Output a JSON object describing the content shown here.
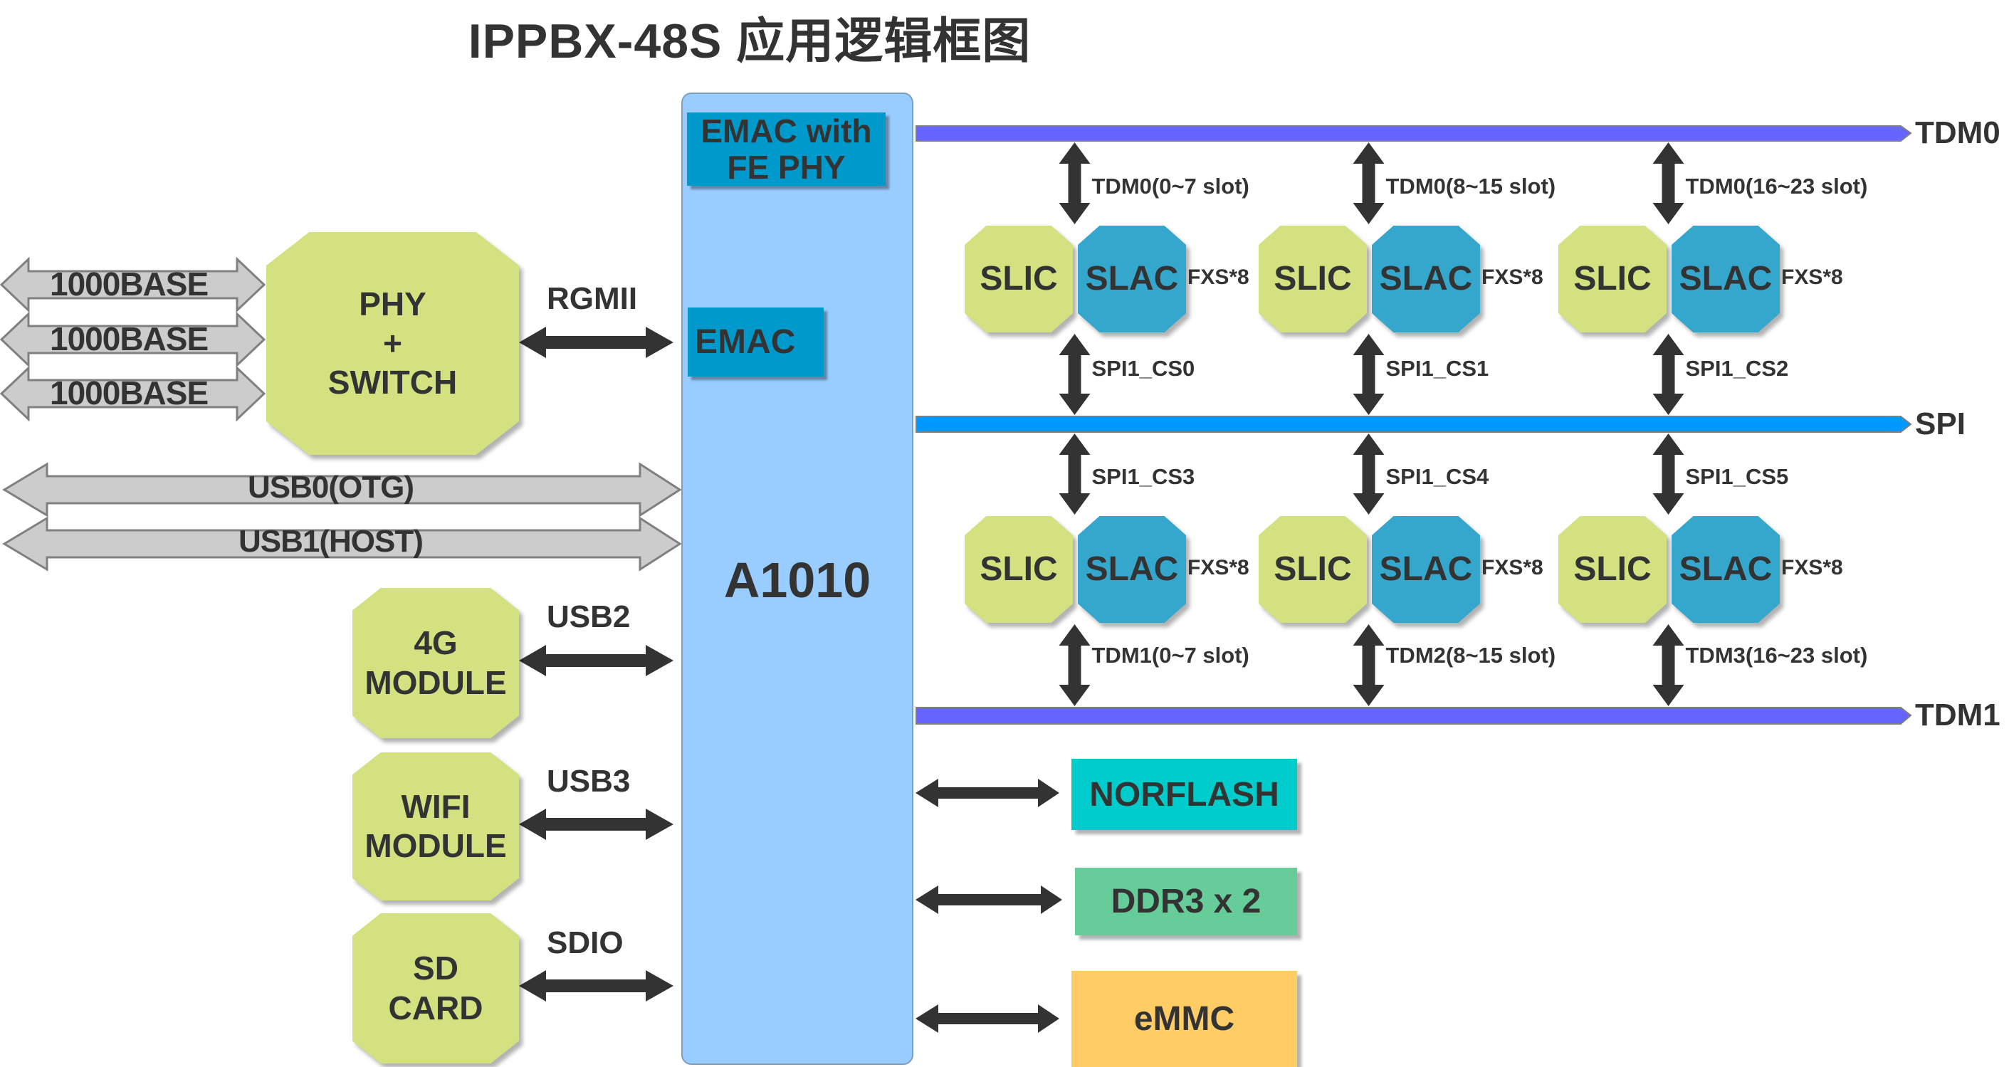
{
  "title": "IPPBX-48S 应用逻辑框图",
  "colors": {
    "text": "#333333",
    "cpu_fill": "#99ccff",
    "emac_fill": "#0099cc",
    "module_green": "#d3e180",
    "slac_blue": "#35a7cd",
    "tdm_bus": "#6666ff",
    "spi_bus": "#0099ff",
    "norflash": "#00cccc",
    "ddr3": "#66cc99",
    "emmc": "#ffcc66",
    "ext_arrow": "#cccccc",
    "link_arrow": "#333333"
  },
  "cpu": {
    "name": "A1010",
    "emac_fe_phy_line1": "EMAC with",
    "emac_fe_phy_line2": "FE PHY",
    "emac": "EMAC"
  },
  "ethernet": {
    "ports": [
      "1000BASE",
      "1000BASE",
      "1000BASE"
    ],
    "switch_line1": "PHY",
    "switch_line2": "+",
    "switch_line3": "SWITCH",
    "link_label": "RGMII"
  },
  "usb_ports": [
    "USB0(OTG)",
    "USB1(HOST)"
  ],
  "peripherals": [
    {
      "line1": "4G",
      "line2": "MODULE",
      "link": "USB2"
    },
    {
      "line1": "WIFI",
      "line2": "MODULE",
      "link": "USB3"
    },
    {
      "line1": "SD",
      "line2": "CARD",
      "link": "SDIO"
    }
  ],
  "buses": {
    "tdm0": "TDM0",
    "spi": "SPI",
    "tdm1": "TDM1"
  },
  "slic_groups_top": [
    {
      "slic": "SLIC",
      "slac": "SLAC",
      "fxs": "FXS*8",
      "up_label": "TDM0(0~7 slot)",
      "down_label": "SPI1_CS0"
    },
    {
      "slic": "SLIC",
      "slac": "SLAC",
      "fxs": "FXS*8",
      "up_label": "TDM0(8~15 slot)",
      "down_label": "SPI1_CS1"
    },
    {
      "slic": "SLIC",
      "slac": "SLAC",
      "fxs": "FXS*8",
      "up_label": "TDM0(16~23 slot)",
      "down_label": "SPI1_CS2"
    }
  ],
  "slic_groups_bottom": [
    {
      "slic": "SLIC",
      "slac": "SLAC",
      "fxs": "FXS*8",
      "up_label": "SPI1_CS3",
      "down_label": "TDM1(0~7 slot)"
    },
    {
      "slic": "SLIC",
      "slac": "SLAC",
      "fxs": "FXS*8",
      "up_label": "SPI1_CS4",
      "down_label": "TDM2(8~15 slot)"
    },
    {
      "slic": "SLIC",
      "slac": "SLAC",
      "fxs": "FXS*8",
      "up_label": "SPI1_CS5",
      "down_label": "TDM3(16~23 slot)"
    }
  ],
  "memory": [
    "NORFLASH",
    "DDR3 x 2",
    "eMMC"
  ]
}
